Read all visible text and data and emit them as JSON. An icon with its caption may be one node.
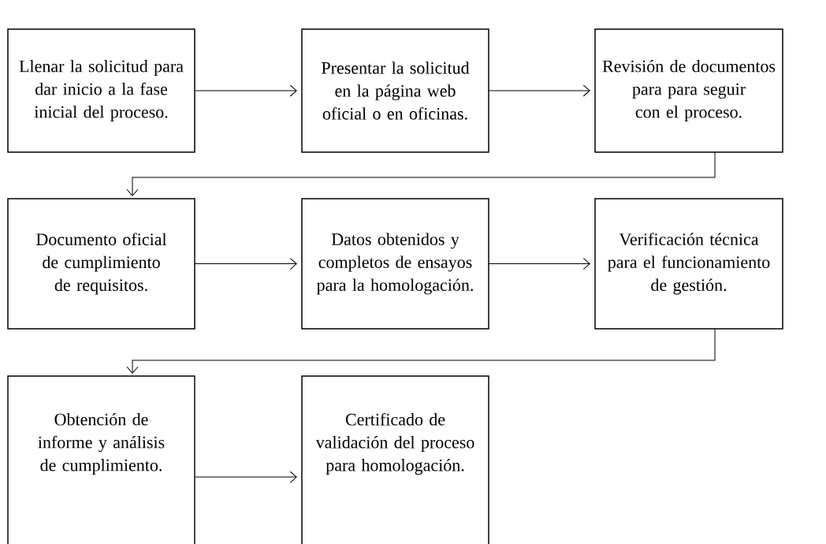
{
  "diagram": {
    "nodes": [
      {
        "text": [
          "Llenar la solicitud para dar inicio a la fase inicial del proceso."
        ]
      },
      {
        "text": [
          "Presentar  la solicitud en la página web oficial o en oficinas."
        ]
      },
      {
        "text": [
          "Revisión de documentos para para seguir con el proceso."
        ]
      },
      {
        "text": [
          "Documento oficial de cumplimiento de requisitos."
        ]
      },
      {
        "text": [
          "Datos obtenidos y completos de ensayos para la homologación."
        ]
      },
      {
        "text": [
          "Verificación técnica para el funcionamiento de gestión."
        ]
      },
      {
        "text": [
          "Obtención de informe y análisis de cumplimiento."
        ]
      },
      {
        "text": [
          "Certificado de validación del proceso para homologación."
        ]
      }
    ],
    "edges": [
      {
        "from": 0,
        "to": 1,
        "arrow": "to"
      },
      {
        "from": 1,
        "to": 2,
        "arrow": "to"
      },
      {
        "from": 2,
        "to": 3,
        "arrow": "to"
      },
      {
        "from": 3,
        "to": 4,
        "arrow": "to"
      },
      {
        "from": 4,
        "to": 5,
        "arrow": "to"
      },
      {
        "from": 5,
        "to": 6,
        "arrow": "to"
      },
      {
        "from": 6,
        "to": 7,
        "arrow": "to"
      }
    ]
  }
}
